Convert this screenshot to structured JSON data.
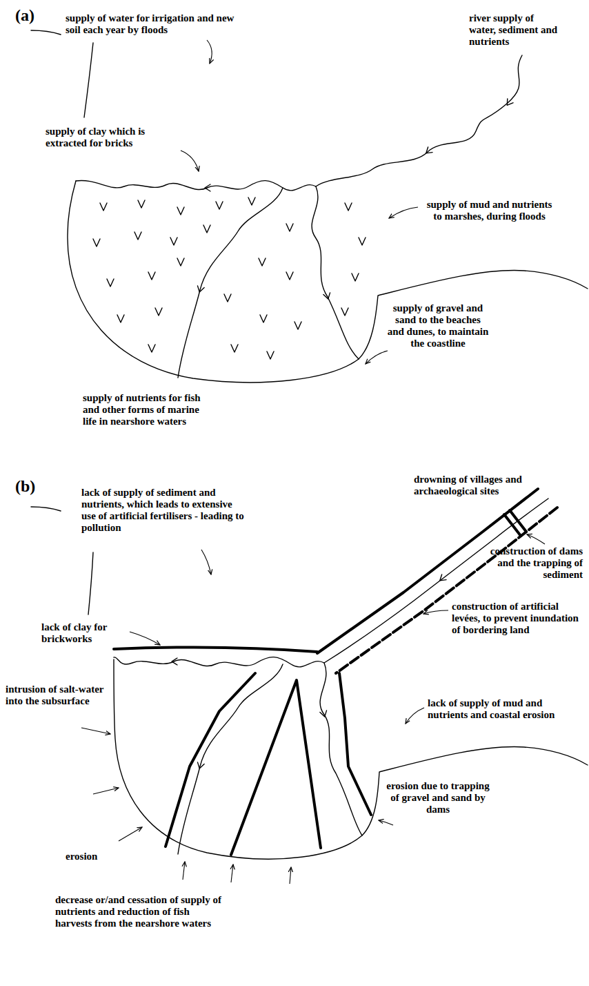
{
  "diagram": {
    "labels": [
      "(a)",
      "supply of water for irrigation and new soil each year by floods",
      "river supply of water, sediment and nutrients",
      "supply of clay which is extracted for bricks",
      "supply of mud and nutrients to marshes, during floods",
      "supply of gravel and sand to the beaches and dunes, to maintain the coastline",
      "supply of nutrients for fish and other forms of marine life in nearshore waters",
      "(b)",
      "drowning of villages and archaeological sites",
      "lack of supply of sediment and nutrients, which leads to extensive use of artificial fertilisers - leading to pollution",
      "construction of dams and the trapping of sediment",
      "lack of clay for brickworks",
      "construction of artificial levées, to prevent inundation of bordering land",
      "intrusion of salt-water into the subsurface",
      "lack of supply of mud and nutrients and coastal erosion",
      "erosion due to trapping of gravel and sand by dams",
      "erosion",
      "decrease or/and cessation of supply of nutrients and reduction of fish harvests from the nearshore waters"
    ]
  }
}
